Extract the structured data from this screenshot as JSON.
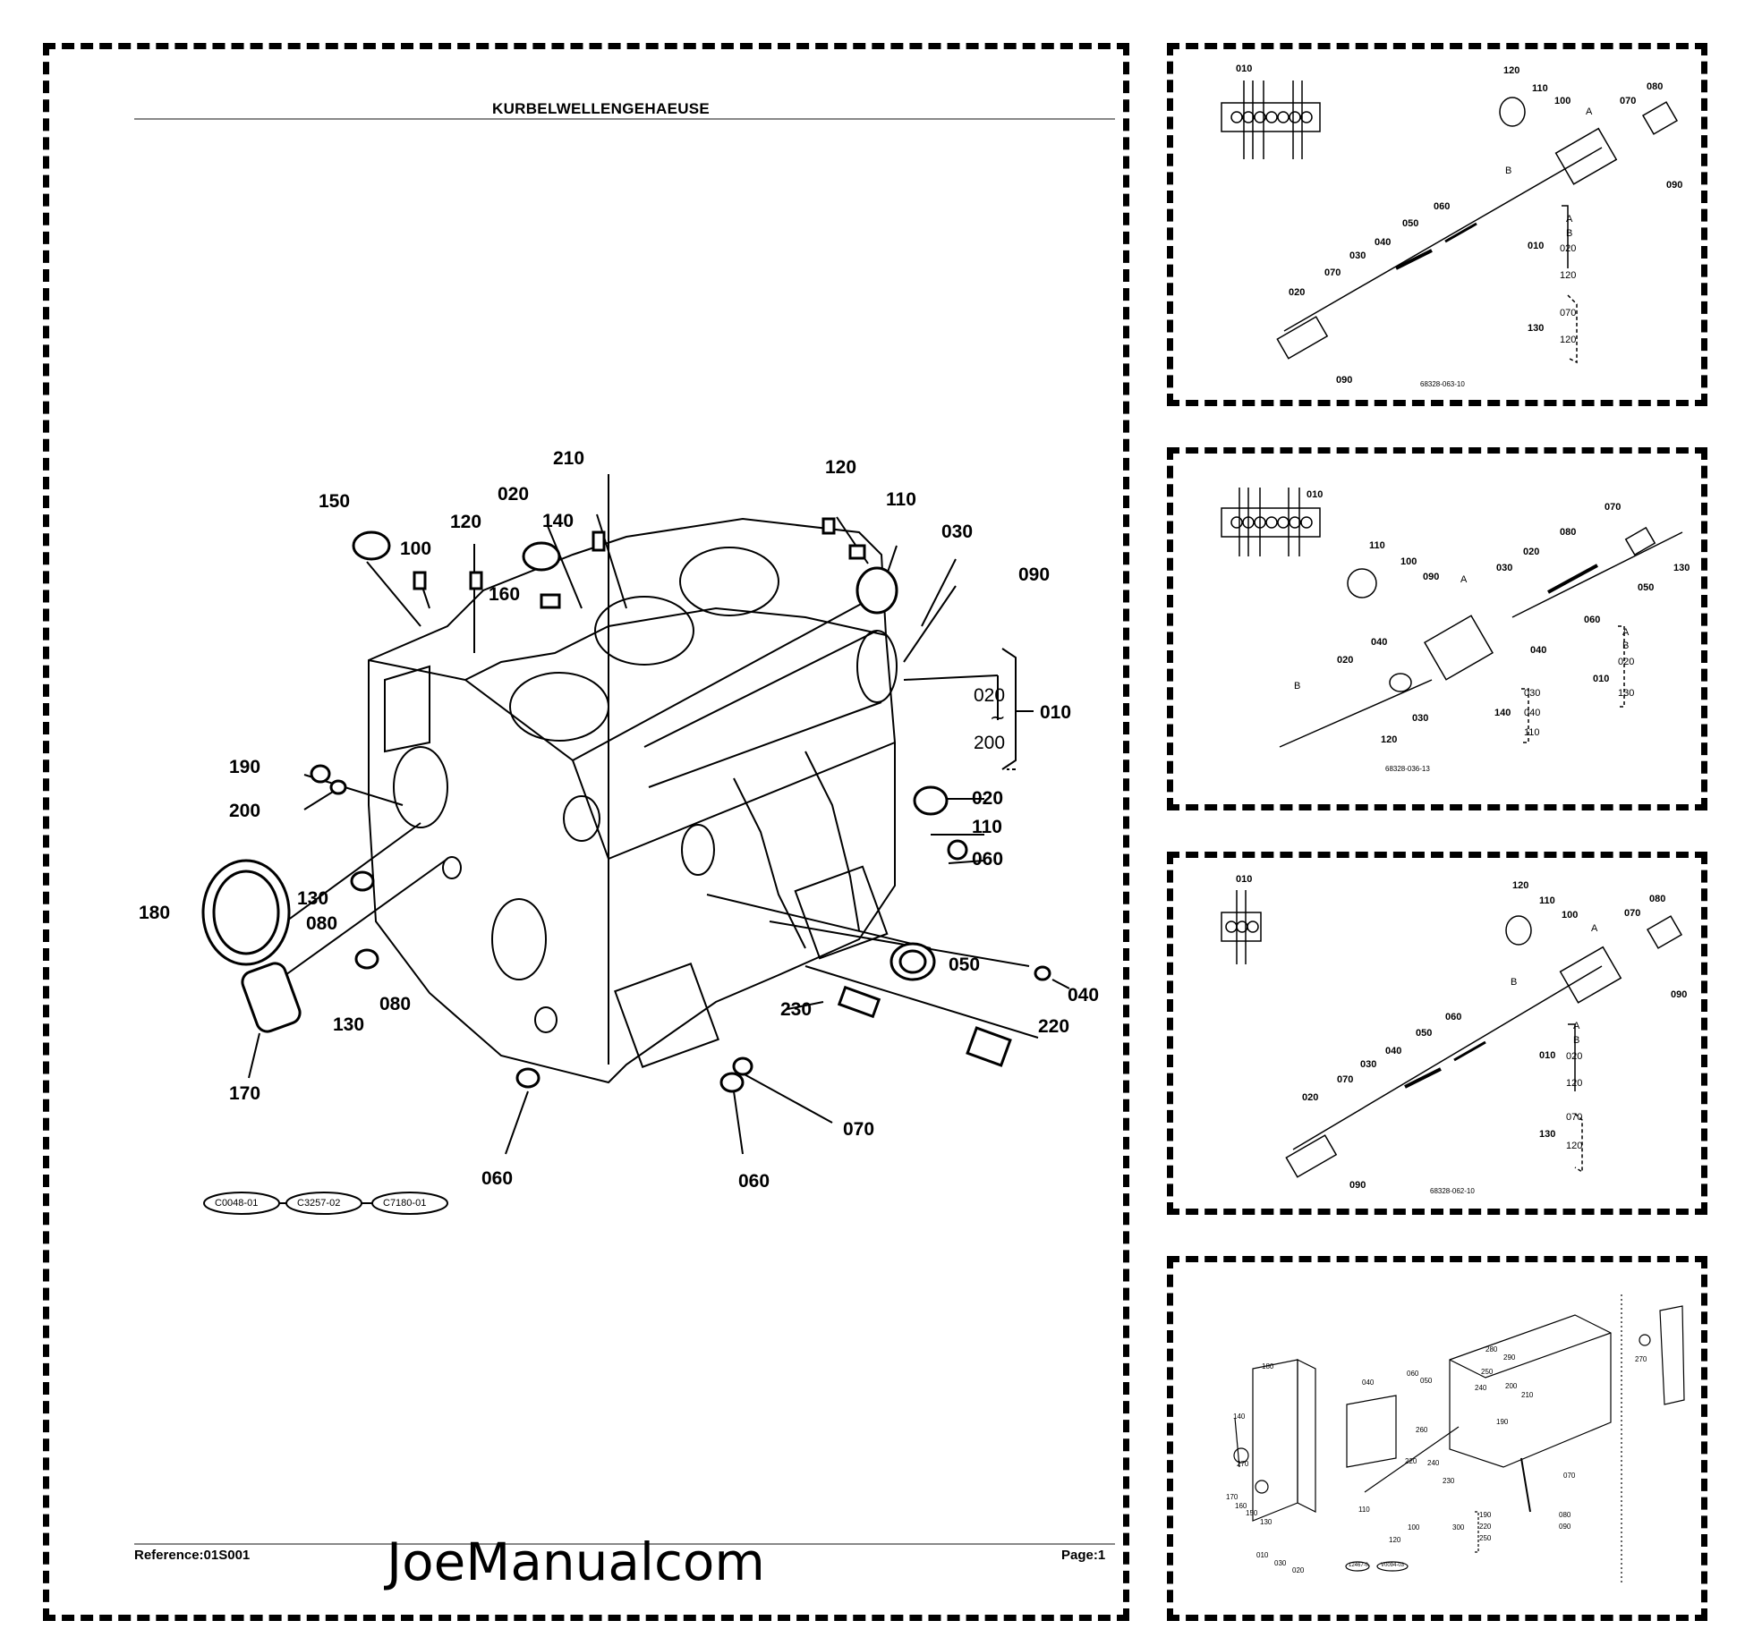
{
  "main": {
    "title": "KURBELWELLENGEHAEUSE",
    "reference": "Reference:01S001",
    "page": "Page:1",
    "watermark": "JoeManualcom",
    "callouts": [
      "210",
      "120",
      "150",
      "020",
      "140",
      "110",
      "100",
      "120",
      "030",
      "160",
      "090",
      "010",
      "190",
      "200",
      "020",
      "110",
      "180",
      "130",
      "080",
      "060",
      "050",
      "040",
      "080",
      "130",
      "230",
      "220",
      "170",
      "070",
      "060",
      "060"
    ],
    "range": [
      "020",
      "200"
    ],
    "codes": [
      "C0048-01",
      "C3257-02",
      "C7180-01"
    ]
  },
  "thumb1": {
    "labels": [
      "010",
      "120",
      "110",
      "100",
      "080",
      "070",
      "090",
      "060",
      "050",
      "040",
      "030",
      "070",
      "020",
      "090",
      "010",
      "130"
    ],
    "letters": [
      "A",
      "B",
      "A",
      "B"
    ],
    "stack1": [
      "020",
      "120"
    ],
    "stack2": [
      "070",
      "120"
    ],
    "code": "68328-063-10"
  },
  "thumb2": {
    "labels": [
      "010",
      "110",
      "100",
      "090",
      "020",
      "030",
      "080",
      "070",
      "130",
      "050",
      "060",
      "040",
      "020",
      "040",
      "030",
      "120",
      "010",
      "140"
    ],
    "letters": [
      "A",
      "B",
      "A",
      "B"
    ],
    "stack1": [
      "020",
      "130"
    ],
    "stack2": [
      "030",
      "040",
      "110"
    ],
    "code": "68328-036-13"
  },
  "thumb3": {
    "labels": [
      "010",
      "120",
      "110",
      "100",
      "080",
      "070",
      "090",
      "060",
      "050",
      "040",
      "030",
      "070",
      "020",
      "090",
      "010",
      "130"
    ],
    "letters": [
      "A",
      "B",
      "A",
      "B"
    ],
    "stack1": [
      "020",
      "120"
    ],
    "stack2": [
      "070",
      "120"
    ],
    "code": "68328-062-10"
  },
  "thumb4": {
    "labels": [
      "280",
      "290",
      "180",
      "060",
      "050",
      "250",
      "240",
      "200",
      "210",
      "040",
      "140",
      "190",
      "270",
      "260",
      "220",
      "240",
      "230",
      "170",
      "160",
      "150",
      "110",
      "130",
      "010",
      "120",
      "030",
      "020",
      "100",
      "300",
      "070",
      "080",
      "090",
      "270"
    ],
    "stack": [
      "190",
      "220",
      "250"
    ],
    "codes": [
      "12467-0",
      "V0094-03"
    ]
  }
}
